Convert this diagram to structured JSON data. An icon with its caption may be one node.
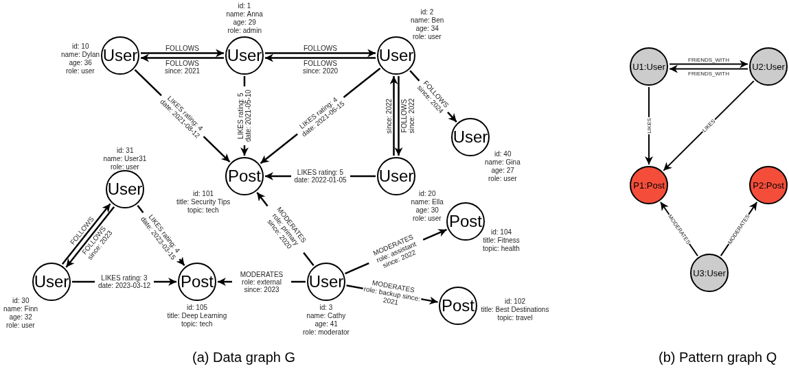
{
  "diagram": {
    "nodes": [
      {
        "text": [
          "User"
        ],
        "beside": [
          "id: 10",
          "name: Dylan",
          "age: 36",
          "role: user"
        ]
      },
      {
        "text": [
          "User"
        ],
        "beside": [
          "id: 1",
          "name: Anna",
          "age: 29",
          "role: admin"
        ]
      },
      {
        "text": [
          "User"
        ],
        "beside": [
          "id: 2",
          "name: Ben",
          "age: 34",
          "role: user"
        ]
      },
      {
        "text": [
          "User"
        ],
        "beside": [
          "id: 40",
          "name: Gina",
          "age: 27",
          "role: user"
        ]
      },
      {
        "text": [
          "User"
        ],
        "beside": [
          "id: 20",
          "name: Ella",
          "age: 30",
          "role: user"
        ]
      },
      {
        "text": [
          "Post"
        ],
        "beside": [
          "id: 101",
          "title: Security Tips",
          "topic: tech"
        ]
      },
      {
        "text": [
          "User"
        ],
        "beside": [
          "id: 31",
          "name: User31",
          "role: user"
        ]
      },
      {
        "text": [
          "User"
        ],
        "beside": [
          "id: 30",
          "name: Finn",
          "age: 32",
          "role: user"
        ]
      },
      {
        "text": [
          "Post"
        ],
        "beside": [
          "id: 105",
          "title: Deep Learning",
          "topic: tech"
        ]
      },
      {
        "text": [
          "User"
        ],
        "beside": [
          "id: 3",
          "name: Cathy",
          "age: 41",
          "role: moderator"
        ]
      },
      {
        "text": [
          "Post"
        ],
        "beside": [
          "id: 104",
          "title: Fitness",
          "topic: health"
        ]
      },
      {
        "text": [
          "Post"
        ],
        "beside": [
          "id: 102",
          "title: Best Destinations",
          "topic: travel"
        ]
      },
      {
        "text": [
          "U1:User"
        ]
      },
      {
        "text": [
          "U2:User"
        ]
      },
      {
        "text": [
          "P1:Post"
        ]
      },
      {
        "text": [
          "P2:Post"
        ]
      },
      {
        "text": [
          "U3:User"
        ]
      }
    ],
    "edges": [
      {
        "from": 0,
        "to": 1,
        "arrow": "to",
        "label": "FOLLOWS"
      },
      {
        "from": 1,
        "to": 0,
        "arrow": "to",
        "label": "FOLLOWS since: 2021"
      },
      {
        "from": 1,
        "to": 2,
        "arrow": "to",
        "label": "FOLLOWS"
      },
      {
        "from": 2,
        "to": 1,
        "arrow": "to",
        "label": "FOLLOWS since: 2020"
      },
      {
        "from": 0,
        "to": 5,
        "arrow": "to",
        "label": "LIKES rating: 4 date: 2021-08-12"
      },
      {
        "from": 1,
        "to": 5,
        "arrow": "to",
        "label": "LIKES rating: 5 date: 2021-05-10"
      },
      {
        "from": 2,
        "to": 5,
        "arrow": "to",
        "label": "LIKES rating: 4 date: 2021-06-15"
      },
      {
        "from": 2,
        "to": 3,
        "arrow": "to",
        "label": "FOLLOWS since: 2024"
      },
      {
        "from": 2,
        "to": 4,
        "arrow": "to",
        "label": "FOLLOWS since: 2022"
      },
      {
        "from": 4,
        "to": 2,
        "arrow": "to",
        "label": "since: 2022"
      },
      {
        "from": 4,
        "to": 5,
        "arrow": "to",
        "label": "LIKES rating: 5 date: 2022-01-05"
      },
      {
        "from": 9,
        "to": 5,
        "arrow": "to",
        "label": "MODERATES role: primary since: 2020"
      },
      {
        "from": 7,
        "to": 6,
        "arrow": "to",
        "label": "FOLLOWS"
      },
      {
        "from": 6,
        "to": 7,
        "arrow": "to",
        "label": "FOLLOWS since: 2023"
      },
      {
        "from": 6,
        "to": 8,
        "arrow": "to",
        "label": "LIKES rating: 4 date: 2023-03-15"
      },
      {
        "from": 7,
        "to": 8,
        "arrow": "to",
        "label": "LIKES rating: 3 date: 2023-03-12"
      },
      {
        "from": 9,
        "to": 8,
        "arrow": "to",
        "label": "MODERATES role: external since: 2023"
      },
      {
        "from": 9,
        "to": 10,
        "arrow": "to",
        "label": "MODERATES role: assistant since: 2022"
      },
      {
        "from": 9,
        "to": 11,
        "arrow": "to",
        "label": "MODERATES role: backup since: 2021"
      },
      {
        "from": 12,
        "to": 13,
        "arrow": "to",
        "label": "FRIENDS_WITH"
      },
      {
        "from": 13,
        "to": 12,
        "arrow": "to",
        "label": "FRIENDS_WITH"
      },
      {
        "from": 12,
        "to": 14,
        "arrow": "to",
        "label": "LIKES"
      },
      {
        "from": 13,
        "to": 14,
        "arrow": "to",
        "label": "LIKES"
      },
      {
        "from": 16,
        "to": 14,
        "arrow": "to",
        "label": "MODERATES"
      },
      {
        "from": 16,
        "to": 15,
        "arrow": "to",
        "label": "MODERATES"
      }
    ],
    "labels": [
      "(a) Data graph G",
      "(b) Pattern graph Q"
    ]
  }
}
